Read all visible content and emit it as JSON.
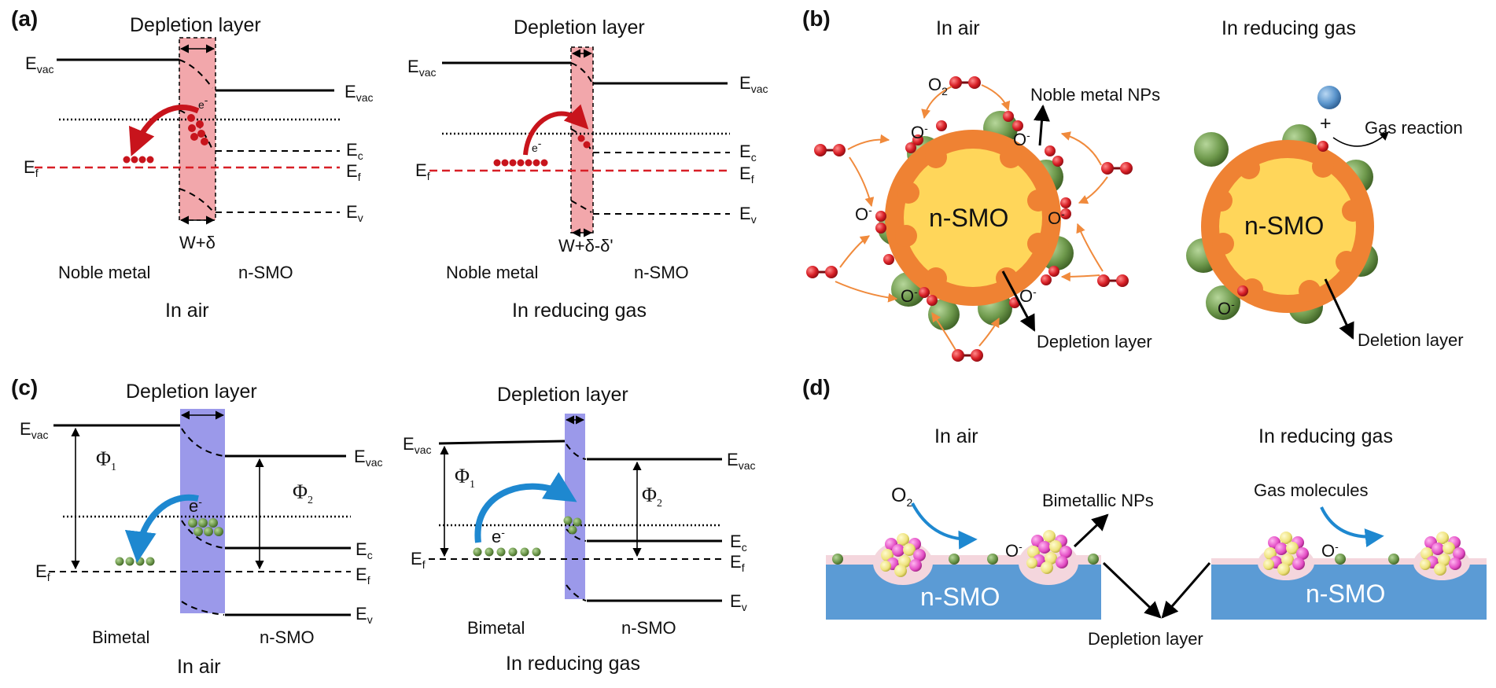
{
  "panels": {
    "a": {
      "label": "(a)",
      "left": {
        "depletion": "Depletion layer",
        "width": "W+δ",
        "evac_left": "E",
        "evac_right": "E",
        "ec": "E",
        "ef_left": "E",
        "ef_right": "E",
        "ev": "E",
        "metal": "Noble metal",
        "smo": "n-SMO",
        "caption": "In air"
      },
      "right": {
        "depletion": "Depletion layer",
        "width": "W+δ-δ'",
        "evac_left": "E",
        "evac_right": "E",
        "ec": "E",
        "ef_left": "E",
        "ef_right": "E",
        "ev": "E",
        "metal": "Noble metal",
        "smo": "n-SMO",
        "caption": "In reducing gas"
      }
    },
    "b": {
      "label": "(b)",
      "left_title": "In air",
      "right_title": "In reducing gas",
      "o2": "O",
      "noble": "Noble metal NPs",
      "core_left": "n-SMO",
      "core_right": "n-SMO",
      "depl_left": "Depletion layer",
      "depl_right": "Deletion layer",
      "gas": "Gas reaction",
      "plus": "+",
      "oion": "O"
    },
    "c": {
      "label": "(c)",
      "left": {
        "depletion": "Depletion layer",
        "phi1": "Φ",
        "phi2": "Φ",
        "evac_left": "E",
        "evac_right": "E",
        "ec": "E",
        "ef_left": "E",
        "ef_right": "E",
        "ev": "E",
        "metal": "Bimetal",
        "smo": "n-SMO",
        "caption": "In air"
      },
      "right": {
        "depletion": "Depletion layer",
        "phi1": "Φ",
        "phi2": "Φ",
        "evac_left": "E",
        "evac_right": "E",
        "ec": "E",
        "ef_left": "E",
        "ef_right": "E",
        "ev": "E",
        "metal": "Bimetal",
        "smo": "n-SMO",
        "caption": "In reducing gas"
      }
    },
    "d": {
      "label": "(d)",
      "left_title": "In air",
      "right_title": "In reducing gas",
      "o2": "O",
      "bimetallic": "Bimetallic NPs",
      "gas": "Gas molecules",
      "smo_left": "n-SMO",
      "smo_right": "n-SMO",
      "depletion": "Depletion layer",
      "oion": "O"
    }
  },
  "sub": {
    "vac": "vac",
    "c": "c",
    "f": "f",
    "v": "v",
    "two": "2",
    "one": "1",
    "minus": "-"
  },
  "colors": {
    "depletion_red": "#f2a7ab",
    "depletion_blue": "#9b99ea",
    "electron_red": "#c8141c",
    "electron_green": "#4f7d2d",
    "orange_shell": "#ef8233",
    "yellow_core": "#ffd65a",
    "np_green": "#6aaa3a",
    "substrate_blue": "#5b9bd5",
    "arrow_blue": "#1e88d0"
  }
}
